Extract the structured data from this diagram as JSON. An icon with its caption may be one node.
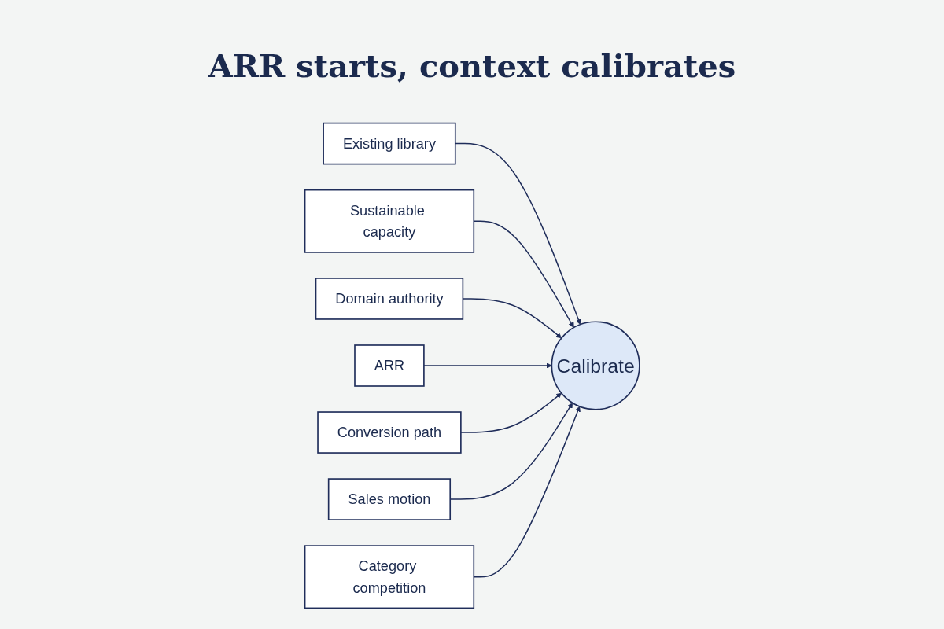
{
  "diagram": {
    "title": "ARR starts, context calibrates",
    "nodes": [
      {
        "text": [
          "Existing library"
        ]
      },
      {
        "text": [
          "Sustainable capacity"
        ]
      },
      {
        "text": [
          "Domain authority"
        ]
      },
      {
        "text": [
          "ARR"
        ]
      },
      {
        "text": [
          "Calibrate"
        ]
      },
      {
        "text": [
          "Conversion path"
        ]
      },
      {
        "text": [
          "Sales motion"
        ]
      },
      {
        "text": [
          "Category competition"
        ]
      }
    ],
    "edges": [
      {
        "from": 0,
        "to": 4,
        "arrow": "to"
      },
      {
        "from": 1,
        "to": 4,
        "arrow": "to"
      },
      {
        "from": 2,
        "to": 4,
        "arrow": "to"
      },
      {
        "from": 3,
        "to": 4,
        "arrow": "to"
      },
      {
        "from": 5,
        "to": 4,
        "arrow": "to"
      },
      {
        "from": 6,
        "to": 4,
        "arrow": "to"
      },
      {
        "from": 7,
        "to": 4,
        "arrow": "to"
      }
    ]
  }
}
